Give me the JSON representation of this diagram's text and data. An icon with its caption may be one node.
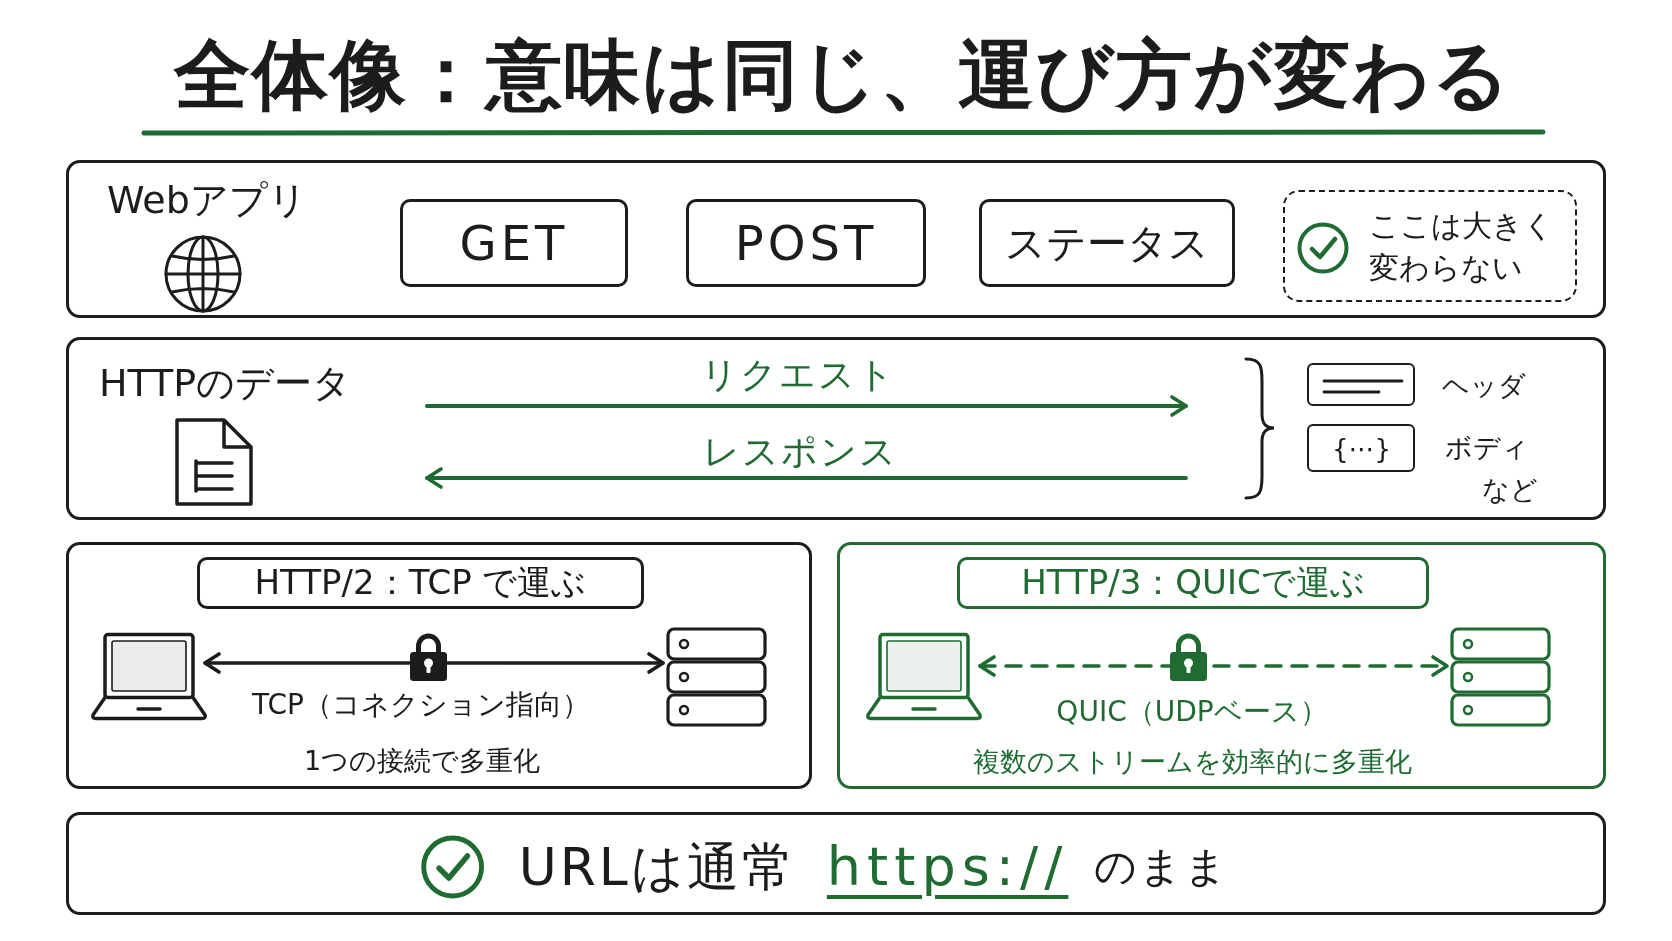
{
  "diagram": {
    "title": "全体像：意味は同じ、運び方が変わる",
    "nodes": [
      {
        "text": [
          "Webアプリ"
        ]
      },
      {
        "text": [
          "GET"
        ],
        "in": 0
      },
      {
        "text": [
          "POST"
        ],
        "in": 0
      },
      {
        "text": [
          "ステータス"
        ],
        "in": 0
      },
      {
        "text": [
          "ここは大きく変わらない"
        ],
        "in": 0
      },
      {
        "text": [
          "HTTPのデータ"
        ]
      },
      {
        "text": [],
        "shape": "box",
        "in": 5,
        "beside": [
          "ヘッダ"
        ]
      },
      {
        "text": [
          "{⋯}"
        ],
        "in": 5,
        "beside": [
          "ボディ"
        ]
      },
      {
        "text": [
          "1つの接続で多重化"
        ]
      },
      {
        "text": [
          "HTTP/2：TCP で運ぶ"
        ],
        "in": 8
      },
      {
        "text": [],
        "shape": "picture",
        "in": 8
      },
      {
        "text": [],
        "shape": "picture",
        "in": 8
      },
      {
        "text": [
          "複数のストリームを効率的に多重化"
        ]
      },
      {
        "text": [
          "HTTP/3：QUICで運ぶ"
        ],
        "in": 12
      },
      {
        "text": [],
        "shape": "picture",
        "in": 12
      },
      {
        "text": [],
        "shape": "picture",
        "in": 12
      },
      {
        "text": [
          "URLは通常",
          "https://",
          "のまま"
        ]
      }
    ],
    "edges": [
      {
        "from": 10,
        "to": 11,
        "arrow": "both",
        "label": "TCP（コネクション指向）"
      },
      {
        "from": 14,
        "to": 15,
        "arrow": "both",
        "label": "QUIC（UDPベース）",
        "style": "dashed",
        "color": "#1f6b32"
      }
    ],
    "labels": [
      "リクエスト",
      "レスポンス",
      "など"
    ]
  }
}
